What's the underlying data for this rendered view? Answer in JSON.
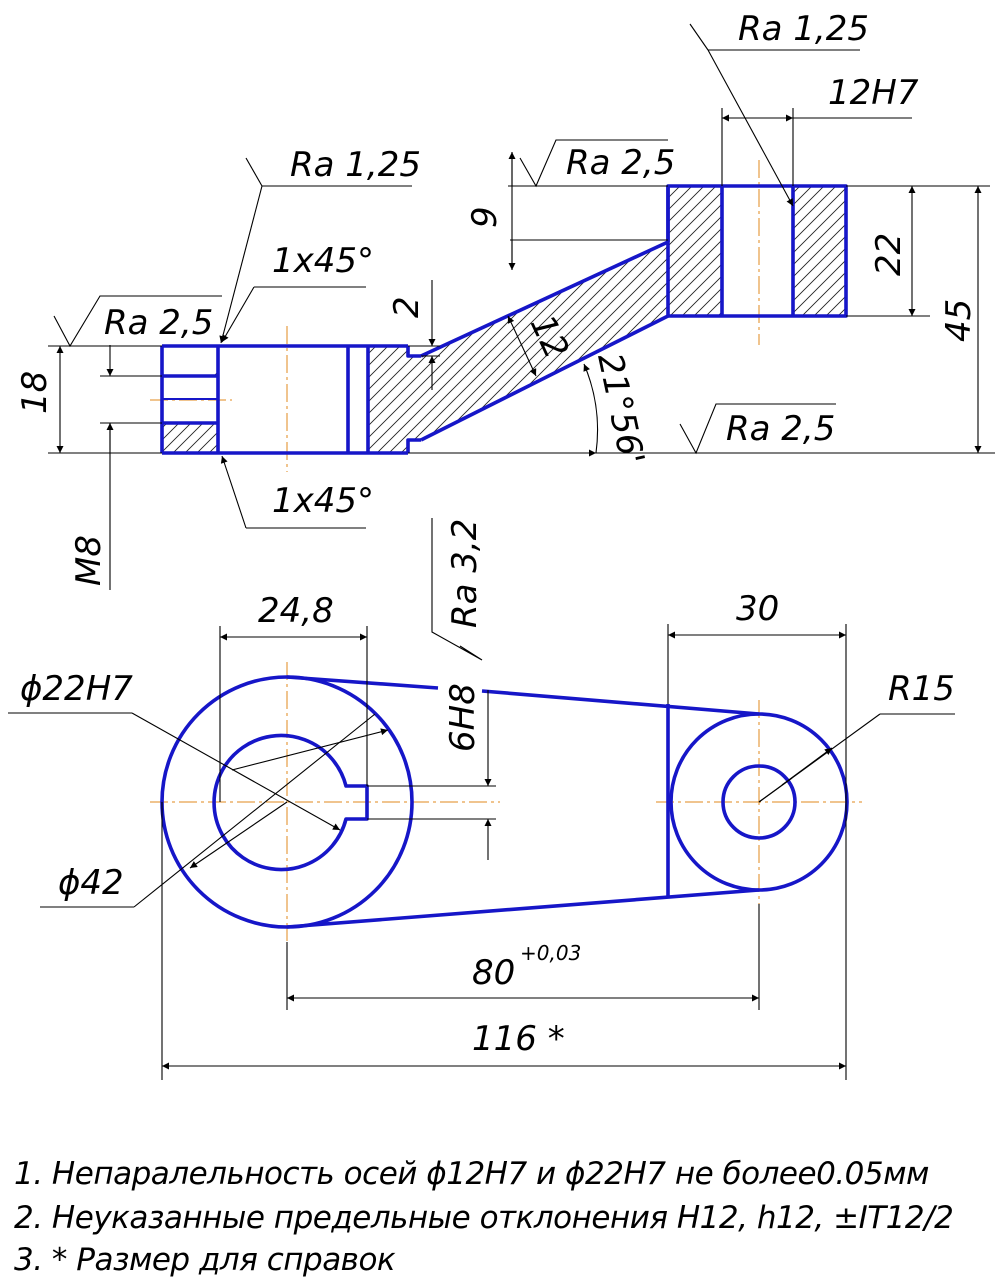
{
  "dimensions": {
    "ra_125_top": "Ra 1,25",
    "h12h7": "12H7",
    "ra_25_upper": "Ra 2,5",
    "ra_125_left": "Ra 1,25",
    "d9": "9",
    "d22": "22",
    "d45": "45",
    "chamfer_top": "1x45°",
    "d2": "2",
    "ra_25_left": "Ra 2,5",
    "d12": "12",
    "d18": "18",
    "angle": "21°56'",
    "ra_25_bottom": "Ra 2,5",
    "chamfer_bottom": "1x45°",
    "m8": "M8",
    "ra_32": "Ra 3,2",
    "d248": "24,8",
    "d30": "30",
    "phi22h7": "ϕ22H7",
    "r15": "R15",
    "key_6h8": "6H8",
    "phi42": "ϕ42",
    "d80": "80",
    "d80_tol": "+0,03",
    "d116": "116 *"
  },
  "notes": [
    "1. Непаралельность осей ϕ12H7 и ϕ22H7 не более0.05мм",
    "2. Неуказанные предельные отклонения H12, h12, ±IT12/2",
    "3.  * Размер для справок"
  ],
  "colors": {
    "part_outline": "#1616c8",
    "axis_lines": "#e08a1e",
    "dimension_lines": "#000000"
  }
}
